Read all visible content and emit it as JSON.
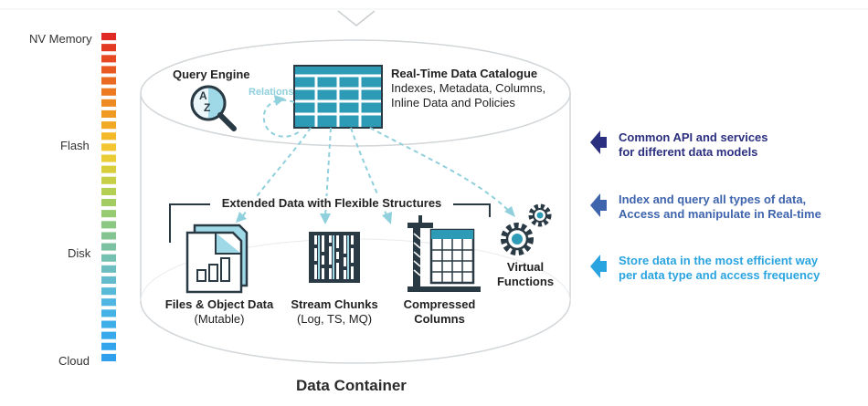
{
  "tiers": [
    "NV Memory",
    "Flash",
    "Disk",
    "Cloud"
  ],
  "stack_colors": [
    "#e02b25",
    "#e33a24",
    "#e64a23",
    "#e85a22",
    "#ea6a21",
    "#ec7a20",
    "#ee8a22",
    "#f09a24",
    "#f2aa26",
    "#f4b929",
    "#f3c530",
    "#e9cc36",
    "#d8ce3c",
    "#c6cf46",
    "#b3cf54",
    "#a3cd63",
    "#96cb72",
    "#8bc882",
    "#83c491",
    "#7cc1a1",
    "#74c0b1",
    "#6cbec0",
    "#62bccd",
    "#58b9d8",
    "#4eb6e0",
    "#45b2e6",
    "#3eaee9",
    "#38a9eb",
    "#34a4ec",
    "#309fec"
  ],
  "cylinder": {
    "query_engine": "Query Engine",
    "query_badge": [
      "A",
      "Z"
    ],
    "relations": "Relations",
    "catalogue_title": "Real-Time Data Catalogue",
    "catalogue_desc_1": "Indexes, Metadata, Columns,",
    "catalogue_desc_2": "Inline Data and Policies",
    "extended_title": "Extended Data with Flexible Structures",
    "files_title": "Files & Object Data",
    "files_sub": "(Mutable)",
    "stream_title": "Stream Chunks",
    "stream_sub": "(Log, TS, MQ)",
    "compressed_1": "Compressed",
    "compressed_2": "Columns",
    "virtual_1": "Virtual",
    "virtual_2": "Functions",
    "container_title": "Data Container"
  },
  "callouts": [
    {
      "line1": "Common API and services",
      "line2": "for different data models",
      "color": "#2b2f7f"
    },
    {
      "line1": "Index and query all types of data,",
      "line2": "Access and manipulate in Real-time",
      "color": "#3e64ad"
    },
    {
      "line1": "Store data in the most efficient way",
      "line2": "per data type and access frequency",
      "color": "#2aa4e0"
    }
  ],
  "colors": {
    "teal": "#2d9bb5",
    "dashed": "#8fd0dc",
    "dark": "#2a3a44",
    "outline": "#d2d6d9"
  }
}
